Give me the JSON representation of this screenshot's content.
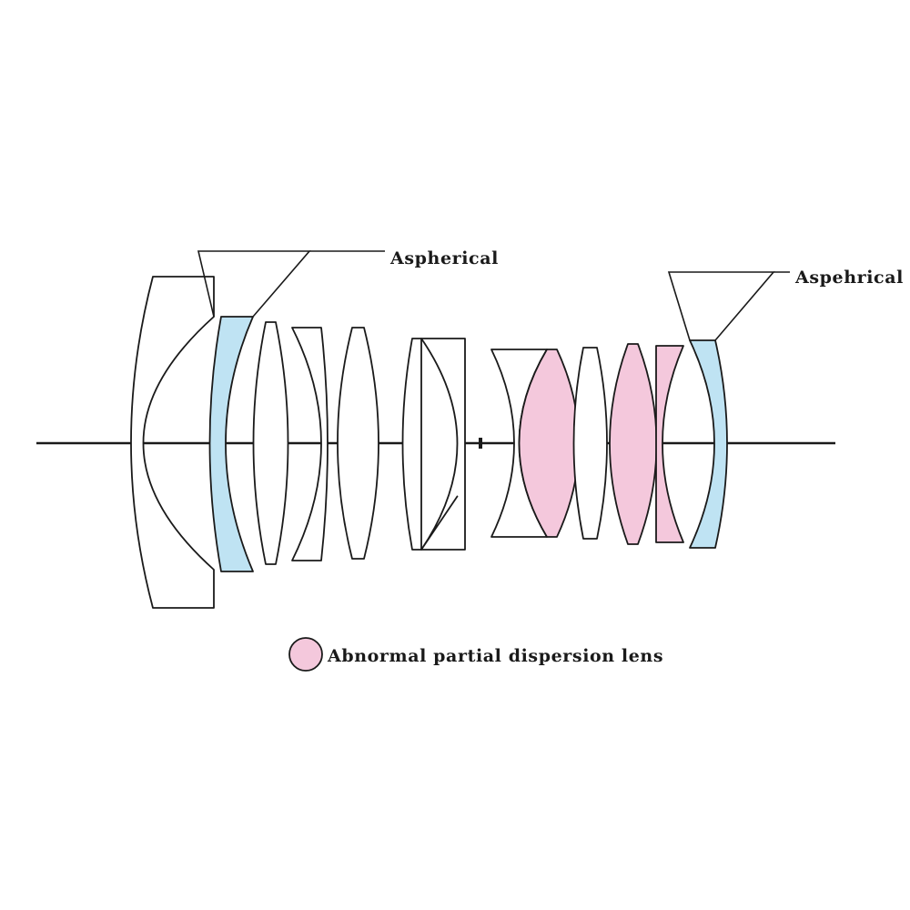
{
  "diagram": {
    "title": "Lens construction diagram",
    "labels": {
      "aspherical_left": "Aspherical",
      "aspherical_right": "Aspehrical",
      "legend": "Abnormal partial dispersion lens"
    },
    "colors": {
      "aspherical_fill": "#bfe3f3",
      "apd_fill": "#f4c8dc",
      "plain_fill": "#ffffff",
      "outline": "#1a1a1a"
    },
    "elements": [
      {
        "id": 1,
        "kind": "plain"
      },
      {
        "id": 2,
        "kind": "aspherical"
      },
      {
        "id": 3,
        "kind": "plain"
      },
      {
        "id": 4,
        "kind": "plain"
      },
      {
        "id": 5,
        "kind": "plain"
      },
      {
        "id": 6,
        "kind": "plain"
      },
      {
        "id": 7,
        "kind": "plain"
      },
      {
        "id": 8,
        "kind": "plain"
      },
      {
        "id": 9,
        "kind": "apd"
      },
      {
        "id": 10,
        "kind": "plain"
      },
      {
        "id": 11,
        "kind": "apd"
      },
      {
        "id": 12,
        "kind": "apd"
      },
      {
        "id": 13,
        "kind": "aspherical"
      }
    ]
  }
}
